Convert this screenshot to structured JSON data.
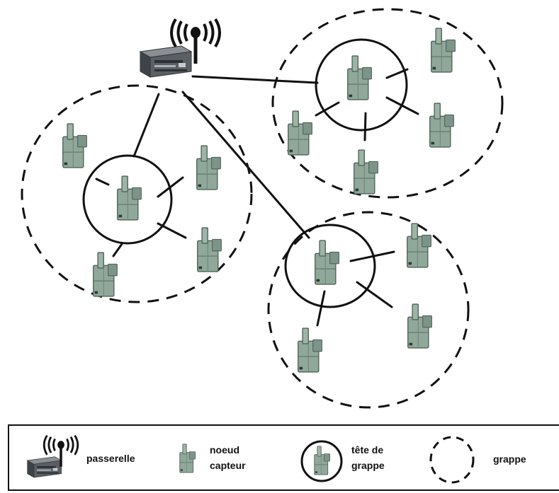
{
  "legend": {
    "gateway_label": "passerelle",
    "sensor_label_line1": "noeud",
    "sensor_label_line2": "capteur",
    "clusterhead_label_line1": "tête de",
    "clusterhead_label_line2": "grappe",
    "cluster_label": "grappe"
  },
  "colors": {
    "sensor_body": "#8fa89a",
    "sensor_dark": "#4f6358",
    "gateway_body": "#5a5f66",
    "line": "#111111"
  },
  "icons": [
    "antenna-icon",
    "gateway-icon",
    "sensor-node-icon",
    "cluster-head-icon",
    "cluster-icon"
  ]
}
